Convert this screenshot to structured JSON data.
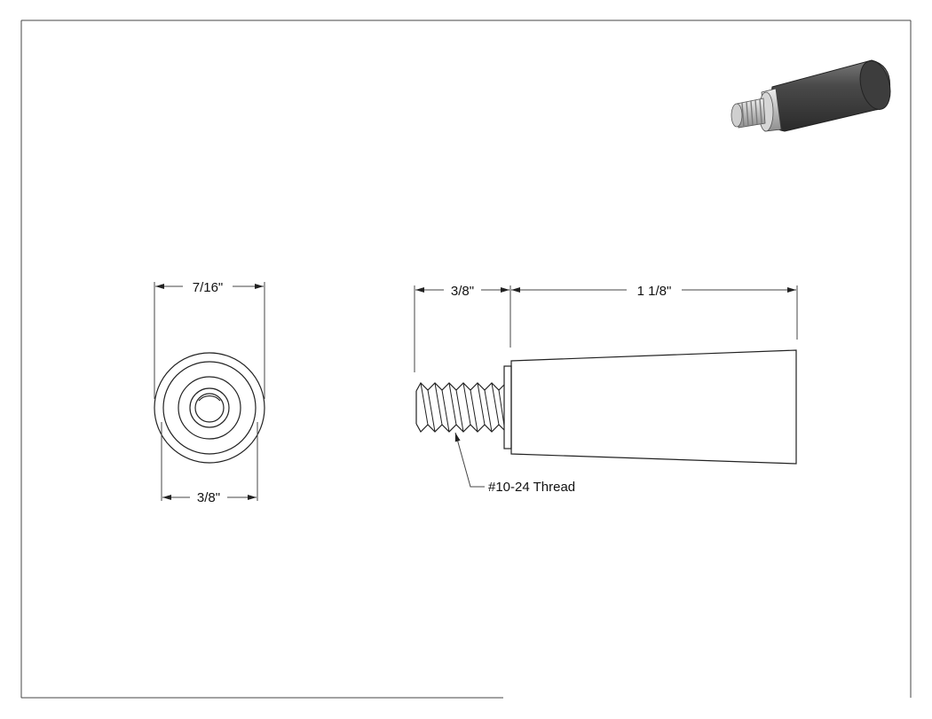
{
  "drawing": {
    "front_view": {
      "width_top": "7/16\"",
      "width_bottom": "3/8\""
    },
    "side_view": {
      "thread_length": "3/8\"",
      "body_length": "1 1/8\"",
      "callout": "#10-24 Thread"
    },
    "colors": {
      "line": "#222222",
      "render_dark": "#3a3a3a",
      "render_light": "#cfcfcf"
    }
  }
}
